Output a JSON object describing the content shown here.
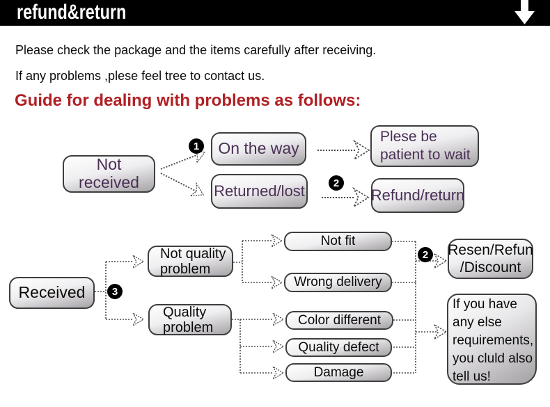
{
  "banner": {
    "title": "refund&return"
  },
  "intro": {
    "line1": "Please check the package and the items carefully after receiving.",
    "line2": "If any problems ,plese feel tree to contact us."
  },
  "heading": {
    "text": "Guide for dealing with problems as follows:"
  },
  "flow1": {
    "not_received": "Not received",
    "badge1": "1",
    "on_the_way": "On the way",
    "patient": "Plese be\npatient to wait",
    "returned_lost": "Returned/lost",
    "badge2": "2",
    "refund_return": "Refund/return"
  },
  "flow2": {
    "received": "Received",
    "badge3": "3",
    "not_quality": "Not quality\nproblem",
    "quality_problem": "Quality\nproblem",
    "not_fit": "Not fit",
    "wrong_delivery": "Wrong delivery",
    "color_different": "Color different",
    "quality_defect": "Quality defect",
    "damage": "Damage",
    "badge2": "2",
    "resen": "Resen/Refun\n/Discount",
    "if_you_have": "If you have\nany else\nrequirements,\nyou cluld also\ntell us!"
  },
  "colors": {
    "banner_bg": "#000000",
    "heading_red": "#b01f23",
    "flow1_text_purple": "#4b3055",
    "flow2_text_black": "#0a0a0a",
    "badge_bg": "#000000",
    "connector_gray": "#4a4a4a"
  }
}
